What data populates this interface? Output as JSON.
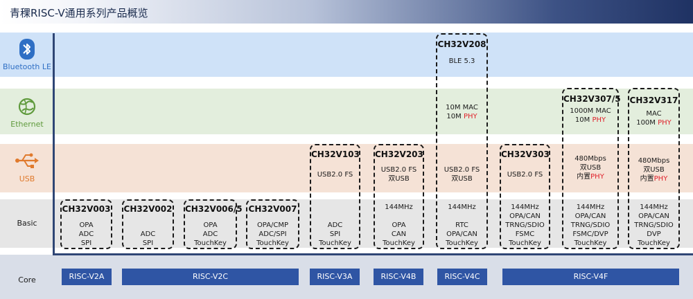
{
  "title": "青稞RISC-V通用系列产品概览",
  "rows": {
    "ble": "Bluetooth LE",
    "ethernet": "Ethernet",
    "usb": "USB",
    "basic": "Basic",
    "core": "Core"
  },
  "colors": {
    "ble_band": "#cfe2f8",
    "ethernet_band": "#e3eedd",
    "usb_band": "#f5e2d6",
    "basic_band": "#e6e6e6",
    "core_band": "#d9dee8",
    "core_box": "#2f55a4",
    "phy_highlight": "#e0202a"
  },
  "icons": {
    "ble": "bluetooth-icon",
    "ethernet": "globe-icon",
    "usb": "usb-icon"
  },
  "chips": {
    "v003": {
      "name": "CH32V003",
      "basic": [
        "OPA",
        "ADC",
        "SPI"
      ]
    },
    "v002": {
      "name": "CH32V002",
      "basic": [
        "ADC",
        "SPI"
      ]
    },
    "v006": {
      "name": "CH32V006/5",
      "basic": [
        "OPA",
        "ADC",
        "TouchKey"
      ]
    },
    "v007": {
      "name": "CH32V007",
      "basic": [
        "OPA/CMP",
        "ADC/SPI",
        "TouchKey"
      ]
    },
    "v103": {
      "name": "CH32V103",
      "usb": [
        "USB2.0 FS"
      ],
      "basic": [
        "ADC",
        "SPI",
        "TouchKey"
      ]
    },
    "v203": {
      "name": "CH32V203",
      "usb": [
        "USB2.0 FS",
        "双USB"
      ],
      "basic": [
        "144MHz",
        "OPA",
        "CAN",
        "TouchKey"
      ]
    },
    "v208": {
      "name": "CH32V208",
      "ble": [
        "BLE 5.3"
      ],
      "eth": [
        "10M MAC",
        "10M",
        "PHY"
      ],
      "usb": [
        "USB2.0 FS",
        "双USB"
      ],
      "basic": [
        "144MHz",
        "RTC",
        "OPA/CAN",
        "TouchKey"
      ]
    },
    "v303": {
      "name": "CH32V303",
      "usb": [
        "USB2.0 FS"
      ],
      "basic": [
        "144MHz",
        "OPA/CAN",
        "TRNG/SDIO",
        "FSMC",
        "TouchKey"
      ]
    },
    "v307": {
      "name": "CH32V307/5",
      "eth": [
        "1000M MAC",
        "10M",
        "PHY"
      ],
      "usb": [
        "480Mbps",
        "双USB",
        "内置",
        "PHY"
      ],
      "basic": [
        "144MHz",
        "OPA/CAN",
        "TRNG/SDIO",
        "FSMC/DVP",
        "TouchKey"
      ]
    },
    "v317": {
      "name": "CH32V317",
      "eth": [
        "MAC",
        "100M",
        "PHY"
      ],
      "usb": [
        "480Mbps",
        "双USB",
        "内置",
        "PHY"
      ],
      "basic": [
        "144MHz",
        "OPA/CAN",
        "TRNG/SDIO",
        "DVP",
        "TouchKey"
      ]
    }
  },
  "cores": [
    "RISC-V2A",
    "RISC-V2C",
    "RISC-V3A",
    "RISC-V4B",
    "RISC-V4C",
    "RISC-V4F"
  ]
}
